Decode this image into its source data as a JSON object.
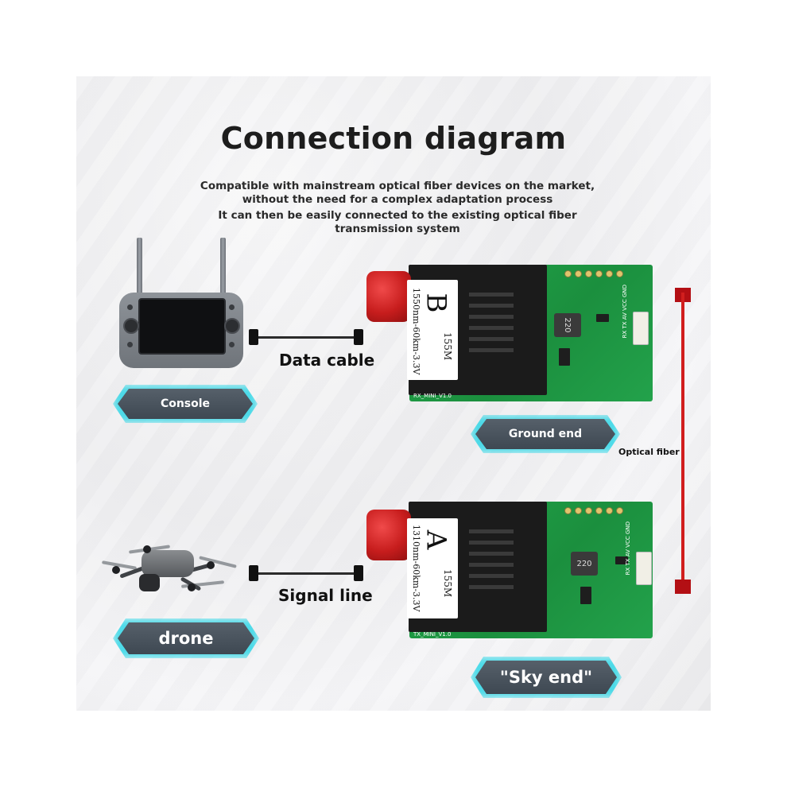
{
  "title": "Connection diagram",
  "subtitle_line1": "Compatible with mainstream optical fiber devices on the market, without the need for a complex adaptation process",
  "subtitle_line2": "It can then be easily connected to the existing optical fiber transmission system",
  "console_label": "Console",
  "drone_label": "drone",
  "ground_label": "Ground end",
  "sky_label": "\"Sky end\"",
  "data_cable_label": "Data cable",
  "signal_line_label": "Signal line",
  "optical_fiber_label": "Optical fiber",
  "module_b": {
    "letter": "B",
    "spec": "1550nm-60km-3.3V",
    "speed": "155M",
    "inductor": "220",
    "board_text": "RX_MINI_V1.0",
    "pins": "RX TX AV VCC GND"
  },
  "module_a": {
    "letter": "A",
    "spec": "1310nm-60km-3.3V",
    "speed": "155M",
    "inductor": "220",
    "board_text": "TX_MINI_V1.0",
    "pins": "RX TX AV VCC GND"
  },
  "colors": {
    "pill_glow": "#2fd6e6",
    "pill_fill": "#47515b",
    "fiber": "#d11e1e",
    "board_green": "#1f9a45",
    "connector_red": "#c71d1d"
  }
}
